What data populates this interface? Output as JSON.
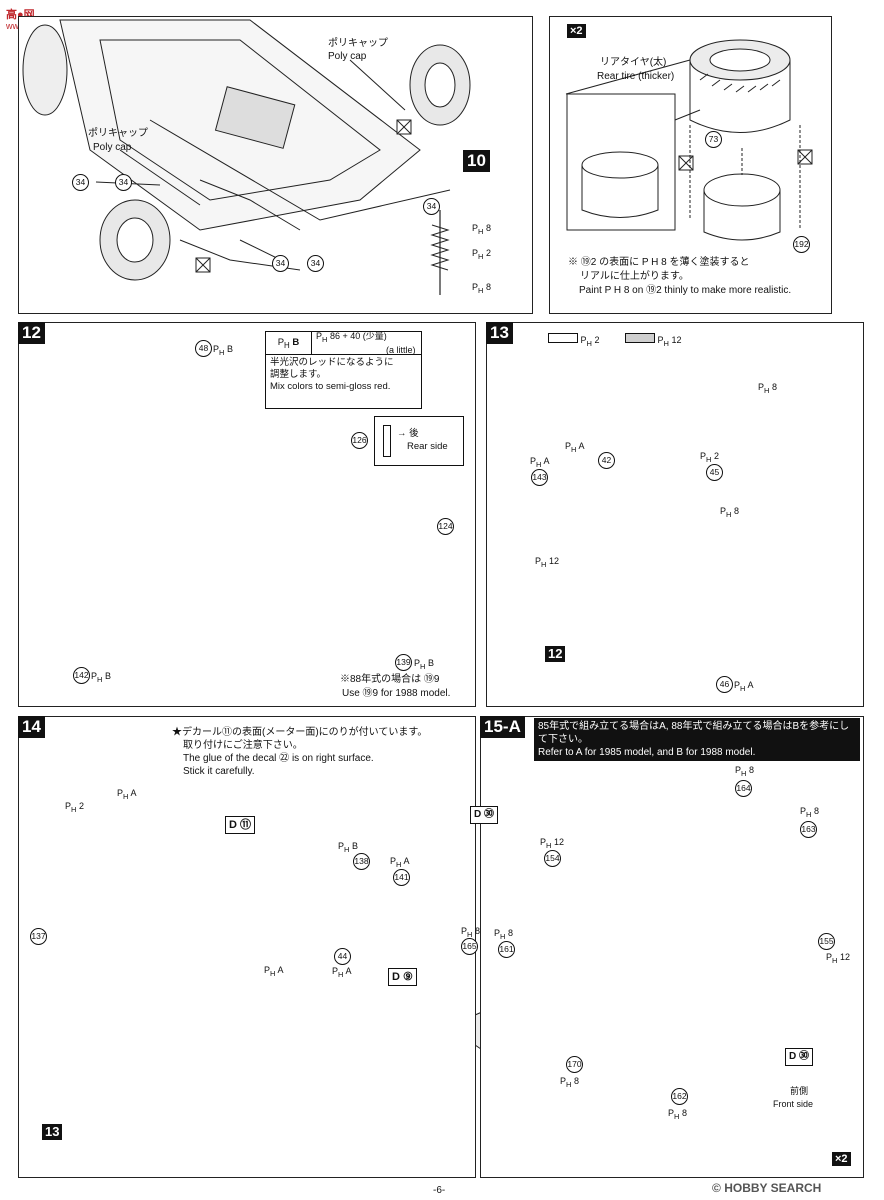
{
  "watermark": {
    "top_left": "高●网",
    "top_left_url": "www.moshop.com",
    "bottom_right_brand": "HOBBY SEARCH",
    "copyright": "©"
  },
  "page": {
    "footer": "-6-"
  },
  "step10": {
    "number": "10",
    "polycap_top_jp": "ポリキャップ",
    "polycap_top_en": "Poly cap",
    "polycap_left_jp": "ポリキャップ",
    "polycap_left_en": "Poly cap",
    "parts": [
      "34",
      "34",
      "34",
      "34",
      "34"
    ],
    "paints": [
      "8",
      "2",
      "8"
    ],
    "x2_label": "×2",
    "rear_tire_jp": "リアタイヤ(太)",
    "rear_tire_en": "Rear tire (thicker)",
    "part_73": "73",
    "part_192": "192",
    "note_jp_1": "※ ⑲2 の表面に P H 8 を薄く塗装すると",
    "note_jp_2": "リアルに仕上がります。",
    "note_en": "Paint P H 8 on ⑲2 thinly to make more realistic."
  },
  "step12": {
    "number": "12",
    "paint_header_b": "B",
    "paint_mix": "86 + 40 (少量)",
    "paint_mix_sub": "(a little)",
    "mix_jp_1": "半光沢のレッドになるように",
    "mix_jp_2": "調整します。",
    "mix_en": "Mix colors to semi-gloss red.",
    "rear_jp": "後",
    "rear_en": "Rear side",
    "part_48": "48",
    "part_126": "126",
    "part_124": "124",
    "part_139": "139",
    "part_142": "142",
    "note_jp": "※88年式の場合は ⑲9",
    "note_en": "Use ⑲9 for 1988 model."
  },
  "step13": {
    "number": "13",
    "legend_paint_1": "2",
    "legend_paint_2": "12",
    "paint_8": "8",
    "part_42": "42",
    "part_45": "45",
    "part_143": "143",
    "part_46": "46",
    "paint_12": "12",
    "paint_2": "2",
    "base_step": "12",
    "paint_A": "A"
  },
  "step14": {
    "number": "14",
    "warn_jp_1": "★デカール⑪の表面(メーター面)にのりが付いています。",
    "warn_jp_2": "取り付けにご注意下さい。",
    "warn_en_1": "The glue of the decal ㉒ is on right surface.",
    "warn_en_2": "Stick it carefully.",
    "decal_11": "D ⑪",
    "decal_9": "D ⑨",
    "part_137": "137",
    "part_138": "138",
    "part_141": "141",
    "part_44": "44",
    "paint_2": "2",
    "paint_A": "A",
    "paint_B": "B",
    "base_step": "13"
  },
  "step15": {
    "number": "15-A",
    "header_jp": "85年式で組み立てる場合はA, 88年式で組み立てる場合はBを参考にして下さい。",
    "header_en": "Refer to A for 1985 model, and B for 1988 model.",
    "decal_30": "D ㉚",
    "part_154": "154",
    "part_164": "164",
    "part_163": "163",
    "part_155": "155",
    "part_165": "165",
    "part_161": "161",
    "part_170": "170",
    "part_162": "162",
    "paint_12": "12",
    "paint_8": "8",
    "front_jp": "前側",
    "front_en": "Front side",
    "x2_label": "×2"
  }
}
